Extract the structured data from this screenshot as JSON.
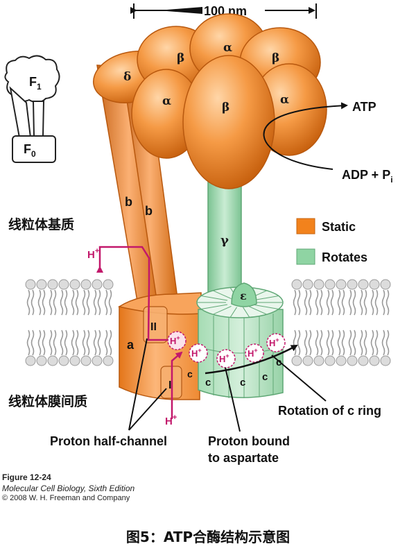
{
  "scale": {
    "label": "100 nm"
  },
  "schematic": {
    "f1": "F",
    "f1_sub": "1",
    "f0": "F",
    "f0_sub": "0"
  },
  "subunits": {
    "delta": "δ",
    "alpha": "α",
    "beta": "β",
    "gamma": "γ",
    "epsilon": "ε",
    "b": "b",
    "a": "a",
    "c": "c"
  },
  "products": {
    "atp": "ATP",
    "adp_pi": "ADP + P",
    "adp_pi_sub": "i"
  },
  "regions": {
    "matrix": "线粒体基质",
    "intermembrane": "线粒体膜间质"
  },
  "legend": {
    "static": {
      "label": "Static",
      "color": "#f2821c"
    },
    "rotates": {
      "label": "Rotates",
      "color": "#8fd4a3"
    }
  },
  "channels": {
    "ii": "II",
    "i": "I"
  },
  "protons": {
    "h": "H",
    "plus": "+"
  },
  "annotations": {
    "half_channel": "Proton half-channel",
    "bound_line1": "Proton bound",
    "bound_line2": "to aspartate",
    "rotation_pre": "Rotation of ",
    "rotation_post": " ring"
  },
  "caption": {
    "figure": "Figure 12-24",
    "book": "Molecular Cell Biology, Sixth Edition",
    "copyright": "© 2008 W. H. Freeman and Company"
  },
  "title": "图5：ATP合酶结构示意图",
  "colors": {
    "static": "#f2821c",
    "rotates": "#8fd4a3",
    "proton": "#c2186b"
  }
}
